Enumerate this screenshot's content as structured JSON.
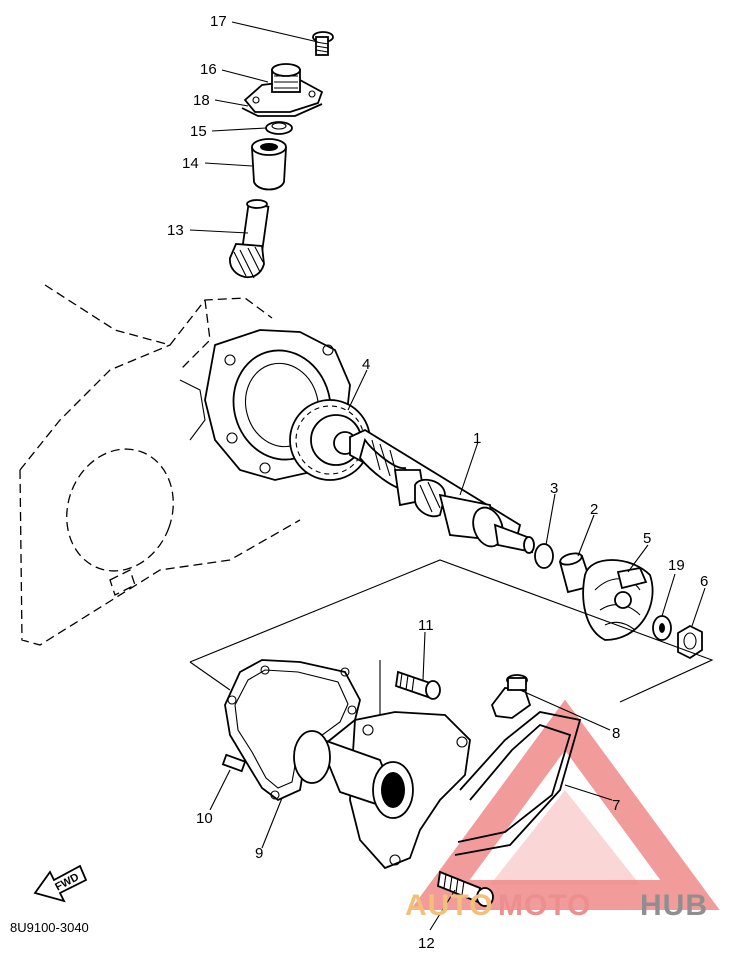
{
  "diagram": {
    "part_code": "8U9100-3040",
    "front_marker": "FWD",
    "callouts": [
      {
        "id": "p1",
        "label": "1"
      },
      {
        "id": "p2",
        "label": "2"
      },
      {
        "id": "p3",
        "label": "3"
      },
      {
        "id": "p4",
        "label": "4"
      },
      {
        "id": "p5",
        "label": "5"
      },
      {
        "id": "p6",
        "label": "6"
      },
      {
        "id": "p7",
        "label": "7"
      },
      {
        "id": "p8",
        "label": "8"
      },
      {
        "id": "p9",
        "label": "9"
      },
      {
        "id": "p10",
        "label": "10"
      },
      {
        "id": "p11",
        "label": "11"
      },
      {
        "id": "p12",
        "label": "12"
      },
      {
        "id": "p13",
        "label": "13"
      },
      {
        "id": "p14",
        "label": "14"
      },
      {
        "id": "p15",
        "label": "15"
      },
      {
        "id": "p16",
        "label": "16"
      },
      {
        "id": "p17",
        "label": "17"
      },
      {
        "id": "p18",
        "label": "18"
      },
      {
        "id": "p19",
        "label": "19"
      }
    ]
  },
  "watermark": {
    "part_a": "AUTO",
    "part_b": "MOTO",
    "part_c": "HUB",
    "colors": {
      "auto": "#f3c07a",
      "moto": "#ec8f8f",
      "hub": "#8f8f8f",
      "logo": "#f08a8a"
    }
  }
}
